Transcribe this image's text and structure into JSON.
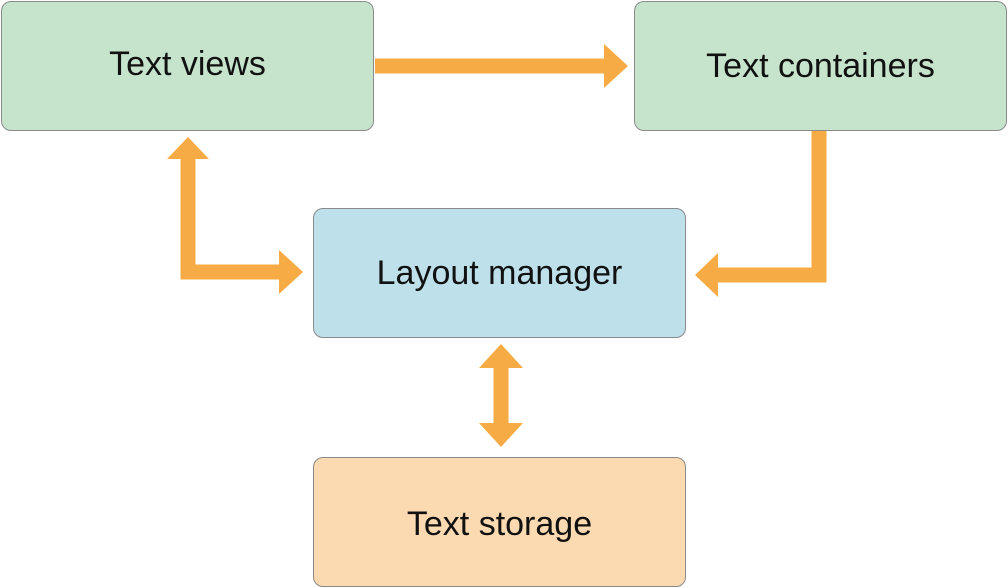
{
  "nodes": {
    "text_views": "Text views",
    "text_containers": "Text containers",
    "layout_manager": "Layout manager",
    "text_storage": "Text storage"
  },
  "colors": {
    "green_box": "#c6e4cc",
    "blue_box": "#bde0ea",
    "orange_box": "#fbd9b1",
    "arrow": "#f7ab45",
    "border": "#8a8a8a"
  },
  "edges": [
    {
      "from": "text_views",
      "to": "text_containers",
      "direction": "one-way"
    },
    {
      "from": "text_containers",
      "to": "layout_manager",
      "direction": "one-way"
    },
    {
      "from": "text_views",
      "to": "layout_manager",
      "direction": "two-way"
    },
    {
      "from": "layout_manager",
      "to": "text_storage",
      "direction": "two-way"
    }
  ]
}
